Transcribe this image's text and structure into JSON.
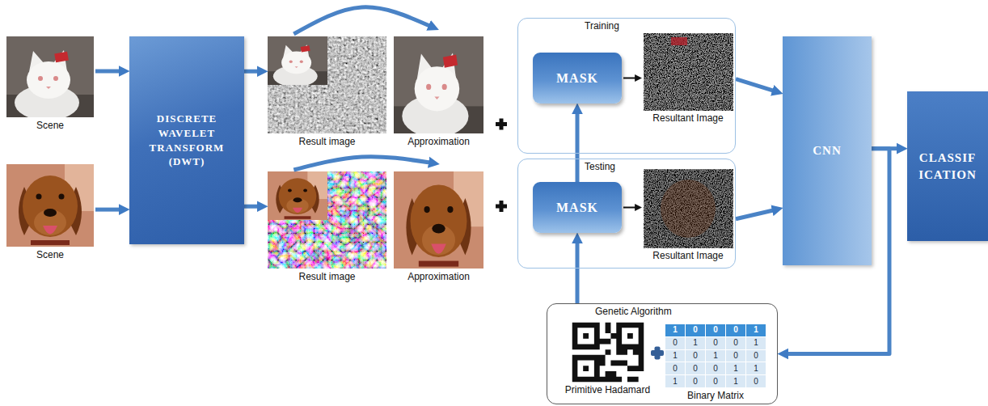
{
  "diagram": {
    "nodes": [
      {
        "text": [
          "Scene"
        ]
      },
      {
        "text": [
          "Scene"
        ]
      },
      {
        "text": [
          "DISCRETE WAVELET TRANSFORM (DWT)"
        ]
      },
      {
        "text": [
          "Result image"
        ]
      },
      {
        "text": [
          "Approximation"
        ]
      },
      {
        "text": [
          "Result image"
        ]
      },
      {
        "text": [
          "Approximation"
        ]
      },
      {
        "text": [
          "Training"
        ]
      },
      {
        "text": [
          "MASK"
        ],
        "in": 7
      },
      {
        "text": [
          "Resultant Image"
        ],
        "in": 7
      },
      {
        "text": [
          "Testing"
        ]
      },
      {
        "text": [
          "MASK"
        ],
        "in": 10
      },
      {
        "text": [
          "Resultant Image"
        ],
        "in": 10
      },
      {
        "text": [
          "CNN"
        ]
      },
      {
        "text": [
          "CLASSIF ICATION"
        ]
      },
      {
        "text": [
          "Genetic Algorithm"
        ]
      },
      {
        "text": [
          "Primitive Hadamard"
        ],
        "in": 15
      },
      {
        "text": [
          "Binary Matrix"
        ],
        "in": 15
      }
    ],
    "edges": [
      {
        "from": 0,
        "to": 2,
        "arrow": "to"
      },
      {
        "from": 1,
        "to": 2,
        "arrow": "to"
      },
      {
        "from": 2,
        "to": 3,
        "arrow": "to"
      },
      {
        "from": 2,
        "to": 5,
        "arrow": "to"
      },
      {
        "from": 3,
        "to": 4,
        "arrow": "to"
      },
      {
        "from": 5,
        "to": 6,
        "arrow": "to"
      },
      {
        "from": 11,
        "to": 8,
        "arrow": "to"
      },
      {
        "from": 8,
        "to": 9,
        "arrow": "to"
      },
      {
        "from": 11,
        "to": 12,
        "arrow": "to"
      },
      {
        "from": 7,
        "to": 13,
        "arrow": "to"
      },
      {
        "from": 10,
        "to": 13,
        "arrow": "to"
      },
      {
        "from": 13,
        "to": 14,
        "arrow": "to"
      },
      {
        "from": 13,
        "to": 15,
        "arrow": "to"
      },
      {
        "from": 15,
        "to": 11,
        "arrow": "to"
      }
    ],
    "labels": [
      "1",
      "0",
      "0",
      "0",
      "1",
      "0",
      "1",
      "0",
      "0",
      "1",
      "1",
      "0",
      "1",
      "0",
      "0",
      "0",
      "0",
      "0",
      "1",
      "1",
      "1",
      "0",
      "0",
      "1",
      "0"
    ]
  }
}
